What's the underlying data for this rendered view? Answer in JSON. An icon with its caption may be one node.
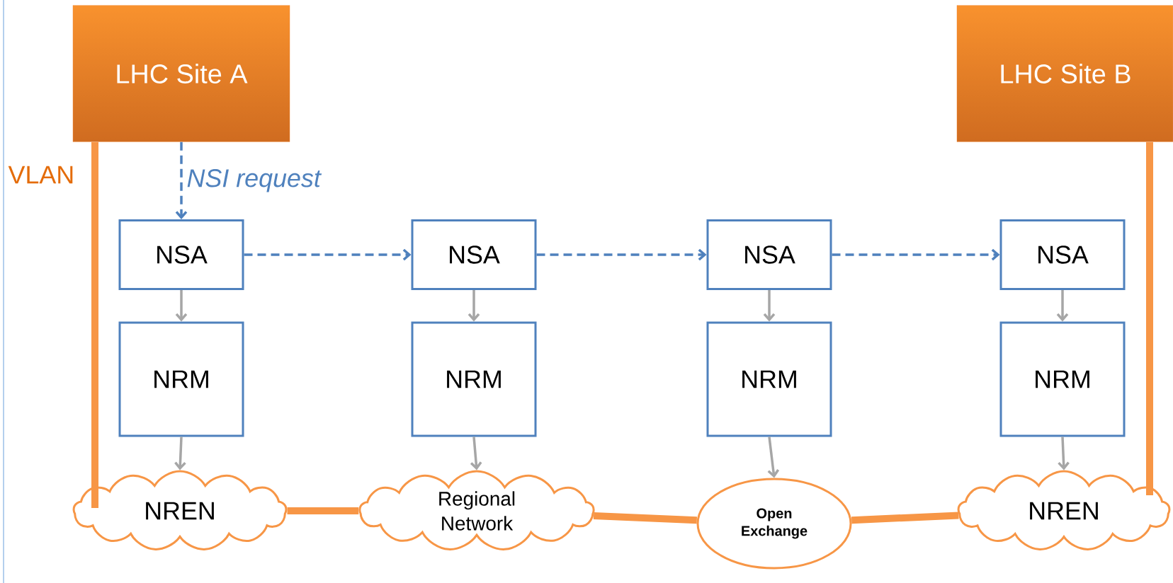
{
  "diagram": {
    "nodes": [
      {
        "text": [
          "LHC Site A"
        ]
      },
      {
        "text": [
          "LHC Site B"
        ]
      },
      {
        "text": [
          "NSA"
        ]
      },
      {
        "text": [
          "NSA"
        ]
      },
      {
        "text": [
          "NSA"
        ]
      },
      {
        "text": [
          "NSA"
        ]
      },
      {
        "text": [
          "NRM"
        ]
      },
      {
        "text": [
          "NRM"
        ]
      },
      {
        "text": [
          "NRM"
        ]
      },
      {
        "text": [
          "NRM"
        ]
      },
      {
        "text": [
          "NREN"
        ]
      },
      {
        "text": [
          "Regional Network"
        ]
      },
      {
        "text": [
          "Open Exchange"
        ]
      },
      {
        "text": [
          "NREN"
        ]
      }
    ],
    "edges": [
      {
        "from": 0,
        "to": 2,
        "arrow": "to",
        "label": "NSI request",
        "style": "dashed",
        "color": "#4f81bd"
      },
      {
        "from": 2,
        "to": 3,
        "arrow": "to",
        "style": "dashed",
        "color": "#4f81bd"
      },
      {
        "from": 3,
        "to": 4,
        "arrow": "to",
        "style": "dashed",
        "color": "#4f81bd"
      },
      {
        "from": 4,
        "to": 5,
        "arrow": "to",
        "style": "dashed",
        "color": "#4f81bd"
      },
      {
        "from": 2,
        "to": 6,
        "arrow": "to"
      },
      {
        "from": 3,
        "to": 7,
        "arrow": "to"
      },
      {
        "from": 4,
        "to": 8,
        "arrow": "to"
      },
      {
        "from": 5,
        "to": 9,
        "arrow": "to"
      },
      {
        "from": 6,
        "to": 10,
        "arrow": "to"
      },
      {
        "from": 7,
        "to": 11,
        "arrow": "to"
      },
      {
        "from": 8,
        "to": 12,
        "arrow": "to"
      },
      {
        "from": 9,
        "to": 13,
        "arrow": "to"
      },
      {
        "from": 0,
        "to": 10,
        "arrow": "none",
        "style": "thick",
        "color": "#f79646"
      },
      {
        "from": 10,
        "to": 11,
        "arrow": "none",
        "style": "thick",
        "color": "#f79646"
      },
      {
        "from": 11,
        "to": 12,
        "arrow": "none",
        "style": "thick",
        "color": "#f79646"
      },
      {
        "from": 12,
        "to": 13,
        "arrow": "none",
        "style": "thick",
        "color": "#f79646"
      },
      {
        "from": 13,
        "to": 1,
        "arrow": "none",
        "style": "thick",
        "color": "#f79646"
      }
    ],
    "labels": [
      "VLAN"
    ]
  }
}
